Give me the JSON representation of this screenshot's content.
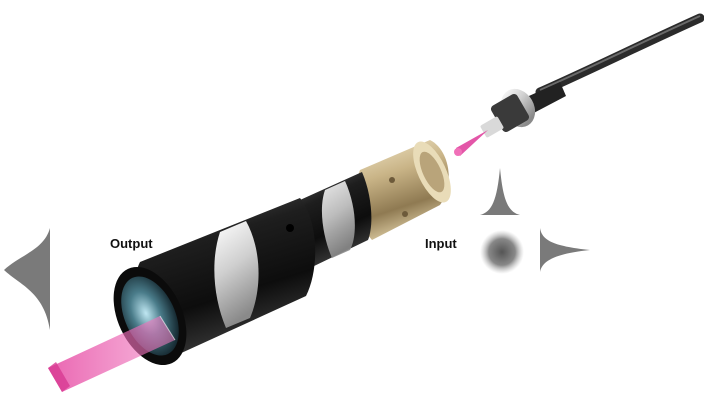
{
  "labels": {
    "output": "Output",
    "input": "Input"
  },
  "colors": {
    "background": "#ffffff",
    "beam_pink": "#e0449e",
    "profile_gray": "#7a7a7a",
    "body_black": "#1a1a1a",
    "brass": "#c8b48a",
    "fiber_jacket": "#2b2b2b"
  },
  "beam_profile_fill_fraction": 1
}
